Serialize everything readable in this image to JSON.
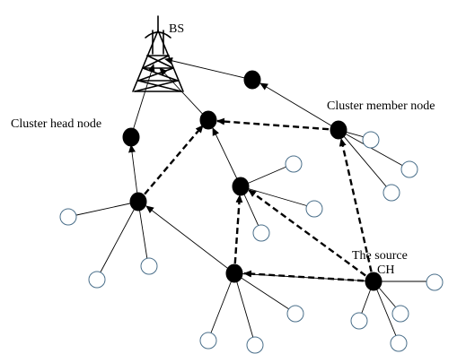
{
  "labels": {
    "bs": "BS",
    "cluster_head": "Cluster head node",
    "cluster_member": "Cluster member node",
    "source_line1": "The source",
    "source_line2": "CH"
  },
  "colors": {
    "head_fill": "#000000",
    "member_fill": "#ffffff",
    "member_stroke": "#4a6f8a",
    "edge": "#000000",
    "background": "#ffffff"
  },
  "icons": {
    "base_station": "transmission-tower-icon"
  }
}
